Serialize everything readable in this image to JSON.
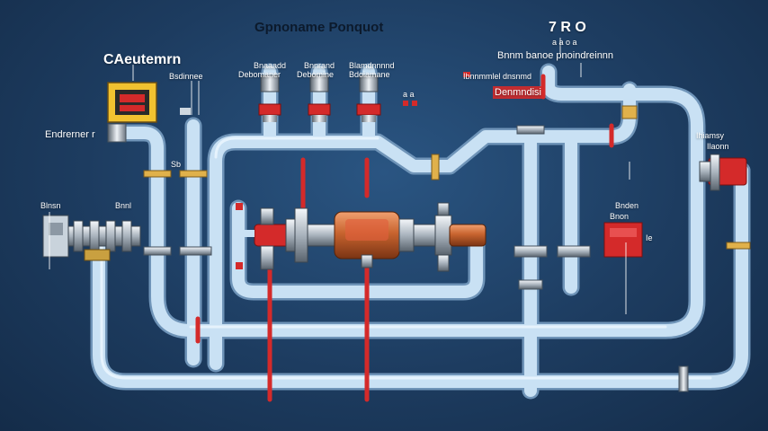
{
  "title": "Gpnoname Ponquot",
  "top_right": {
    "number": "7 R O",
    "sub": "a a o a",
    "line1": "Bnnm banoe pnoindreinnn",
    "line2": "Ibnnmmlel dnsnmd",
    "line3": "Denmndisi"
  },
  "top_left": {
    "title": "CAeutemrn",
    "side": "Bsdinnee",
    "left_tag": "Endrerner r"
  },
  "valve_labels": [
    {
      "line1": "Bnaaadd",
      "line2": "Debomaner"
    },
    {
      "line1": "Bnnrand",
      "line2": "Debomine"
    },
    {
      "line1": "Blamdnnnnd",
      "line2": "Bdoiamane"
    }
  ],
  "middle_tags": {
    "near_valves": "a a",
    "left_column": "Sb",
    "left_device": "Blnsn",
    "left_device2": "Bnnl",
    "right_red": "Bnden",
    "right_red2": "Bnon",
    "right_red_side": "Ie",
    "far_right": "Ihiamsy",
    "far_right2": "Ilaonn"
  },
  "colors": {
    "background": "#1e3f63",
    "pipe": "#b9d6ee",
    "pipe_edge": "#6f94b8",
    "accent_red": "#d42a2a",
    "copper": "#c8642f",
    "fitting_gold": "#e0b14b",
    "panel_yellow": "#f2c230"
  }
}
